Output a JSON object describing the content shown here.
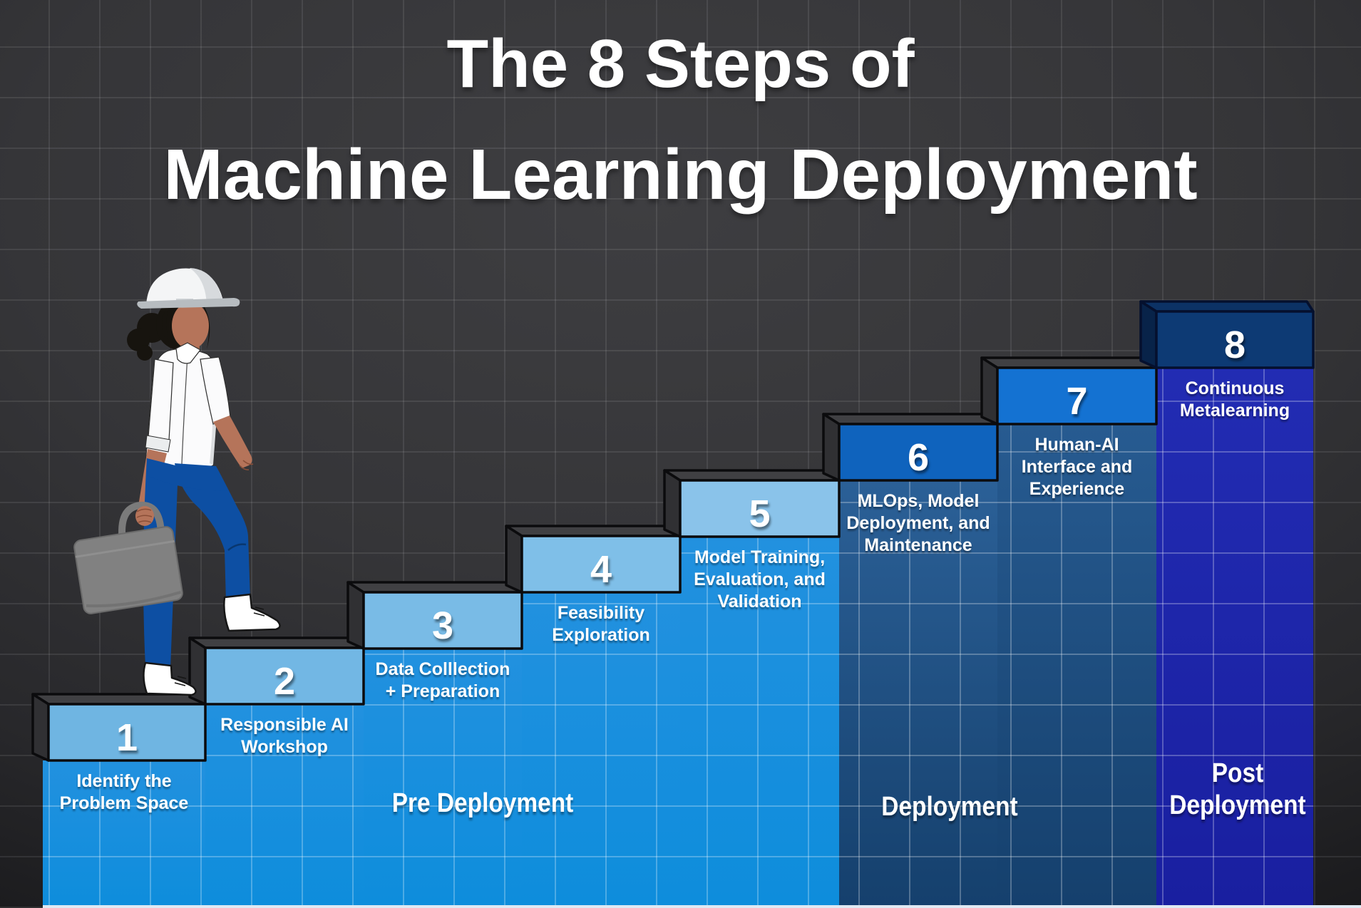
{
  "title": {
    "line1": "The 8 Steps of",
    "line2": "Machine Learning Deployment"
  },
  "steps": [
    {
      "number": "1",
      "label": "Identify the\nProblem Space"
    },
    {
      "number": "2",
      "label": "Responsible AI\nWorkshop"
    },
    {
      "number": "3",
      "label": "Data Colllection\n+ Preparation"
    },
    {
      "number": "4",
      "label": "Feasibility\nExploration"
    },
    {
      "number": "5",
      "label": "Model Training,\nEvaluation, and\nValidation"
    },
    {
      "number": "6",
      "label": "MLOps, Model\nDeployment, and\nMaintenance"
    },
    {
      "number": "7",
      "label": "Human-AI\nInterface and\nExperience"
    },
    {
      "number": "8",
      "label": "Continuous\nMetalearning"
    }
  ],
  "phases": [
    {
      "label": "Pre Deployment"
    },
    {
      "label": "Deployment"
    },
    {
      "label": "Post\nDeployment"
    }
  ],
  "colors": {
    "background": "#353538",
    "pre_deployment_body": "#1b90dc",
    "deployment_body": "#1f507f",
    "post_deployment_body": "#1e26ab",
    "riser_step_1_to_5": "#7cbde7",
    "riser_step_6": "#0f63bd",
    "riser_step_7": "#1472d2",
    "riser_step_8": "#0d3a74",
    "text": "#ffffff"
  }
}
